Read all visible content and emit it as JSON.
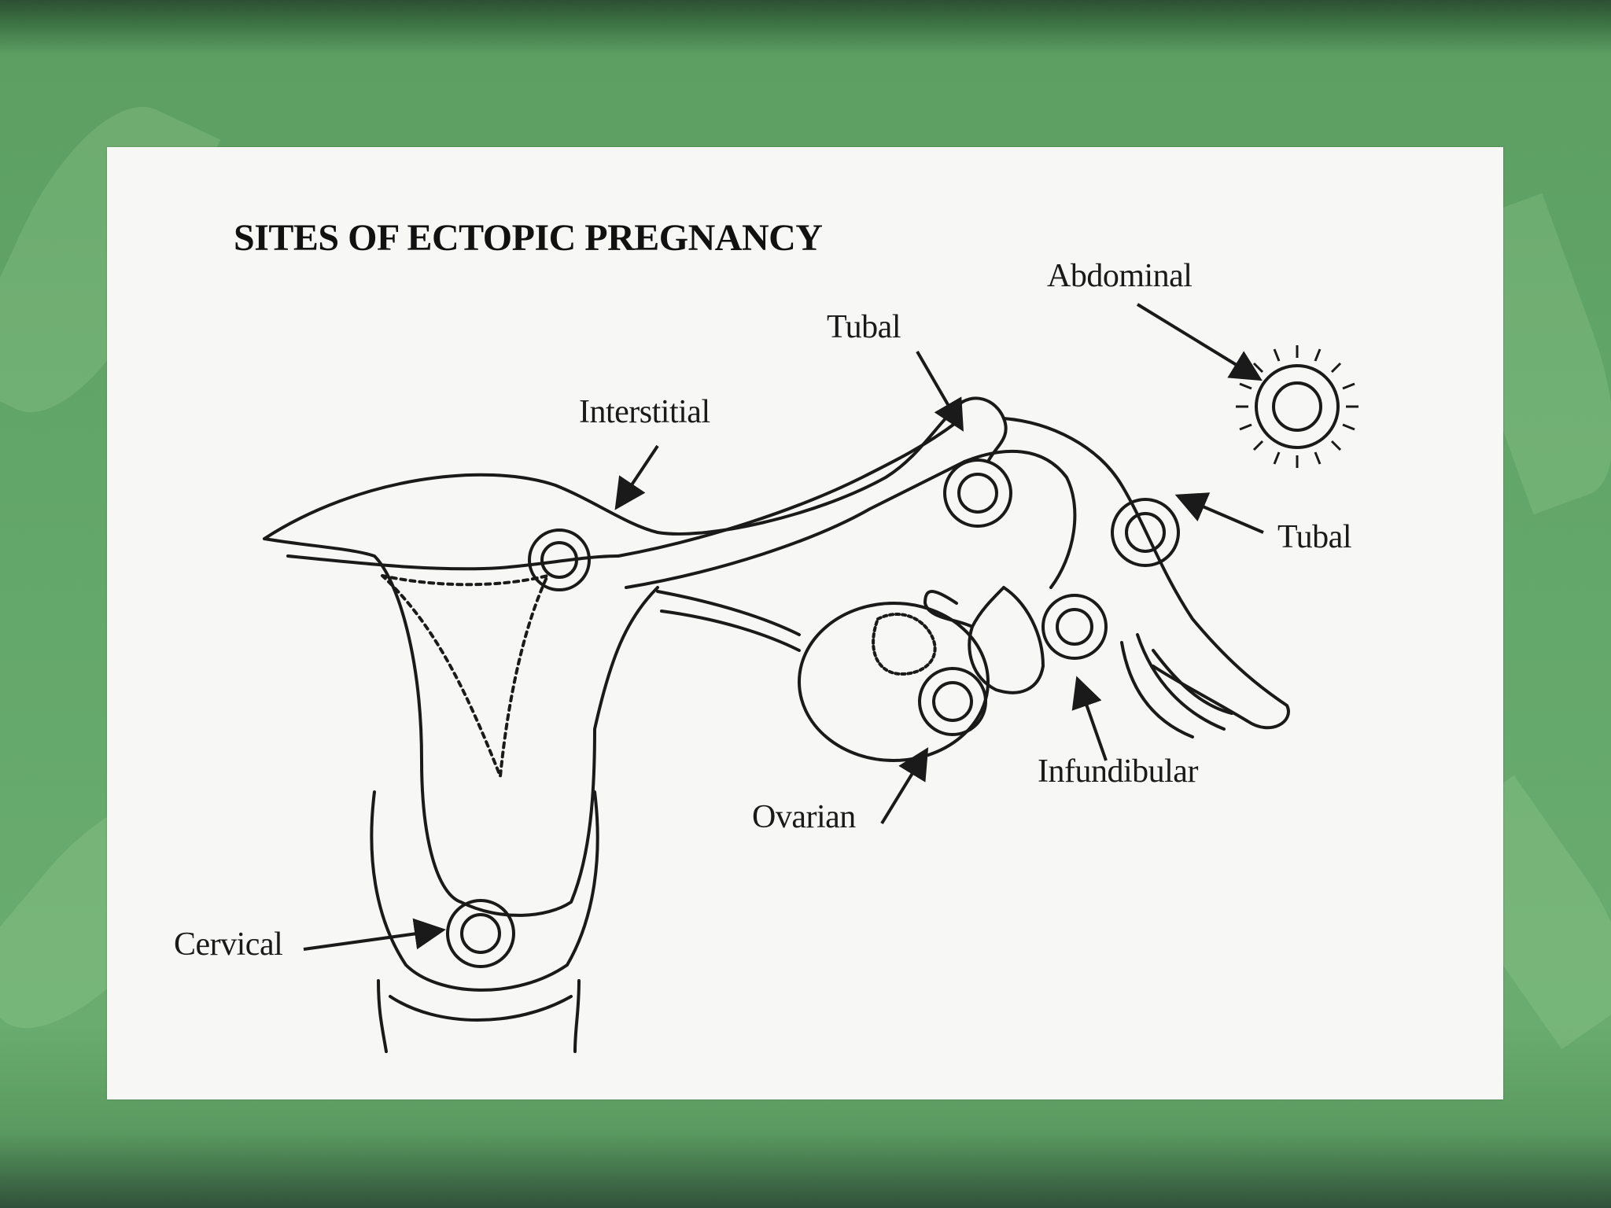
{
  "diagram": {
    "title": "SITES OF ECTOPIC PREGNANCY",
    "labels": {
      "abdominal": "Abdominal",
      "tubal_upper": "Tubal",
      "interstitial": "Interstitial",
      "tubal_right": "Tubal",
      "ovarian": "Ovarian",
      "infundibular": "Infundibular",
      "cervical": "Cervical"
    }
  },
  "colors": {
    "background_green": "#63a66a",
    "panel": "#f7f7f6",
    "ink": "#1a1a1a"
  }
}
